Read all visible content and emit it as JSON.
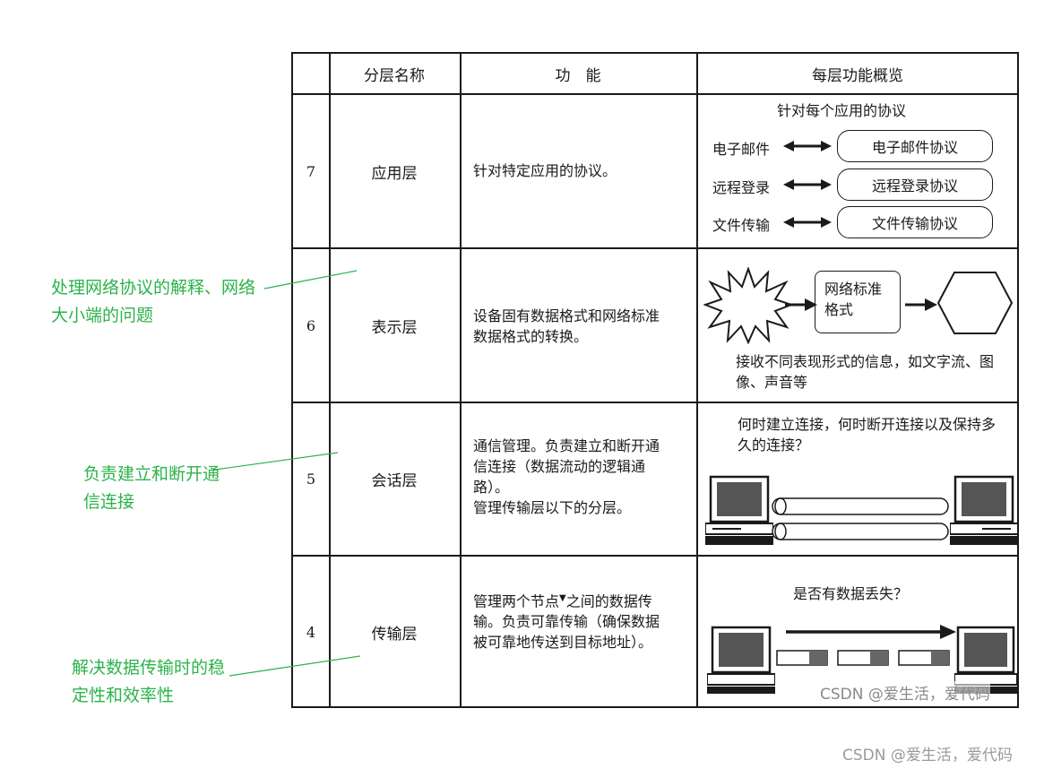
{
  "table": {
    "headers": {
      "name": "分层名称",
      "function": "功　能",
      "overview": "每层功能概览"
    },
    "rows": [
      {
        "num": "7",
        "name": "应用层",
        "function": "针对特定应用的协议。"
      },
      {
        "num": "6",
        "name": "表示层",
        "function": "设备固有数据格式和网络标准数据格式的转换。"
      },
      {
        "num": "5",
        "name": "会话层",
        "function_lines": [
          "通信管理。负责建立和断开通信连接（数据流动的逻辑通路）。",
          "管理传输层以下的分层。"
        ]
      },
      {
        "num": "4",
        "name": "传输层",
        "function_pre": "管理两个节点",
        "function_mark": "▼",
        "function_post": "之间的数据传输。负责可靠传输（确保数据被可靠地传送到目标地址）。"
      }
    ],
    "app_overview": {
      "title": "针对每个应用的协议",
      "items": [
        {
          "left": "电子邮件",
          "right": "电子邮件协议"
        },
        {
          "left": "远程登录",
          "right": "远程登录协议"
        },
        {
          "left": "文件传输",
          "right": "文件传输协议"
        }
      ]
    },
    "presentation_overview": {
      "box": "网络标准格式",
      "caption": "接收不同表现形式的信息，如文字流、图像、声音等"
    },
    "session_overview": {
      "caption": "何时建立连接，何时断开连接以及保持多久的连接？"
    },
    "transport_overview": {
      "caption": "是否有数据丢失？"
    }
  },
  "annotations": [
    {
      "text": "处理网络协议的解释、网络大小端的问题"
    },
    {
      "text": "负责建立和断开通信连接"
    },
    {
      "text": "解决数据传输时的稳定性和效率性"
    }
  ],
  "watermarks": {
    "inner": "CSDN @爱生活，爱代码",
    "outer": "CSDN @爱生活，爱代码"
  }
}
